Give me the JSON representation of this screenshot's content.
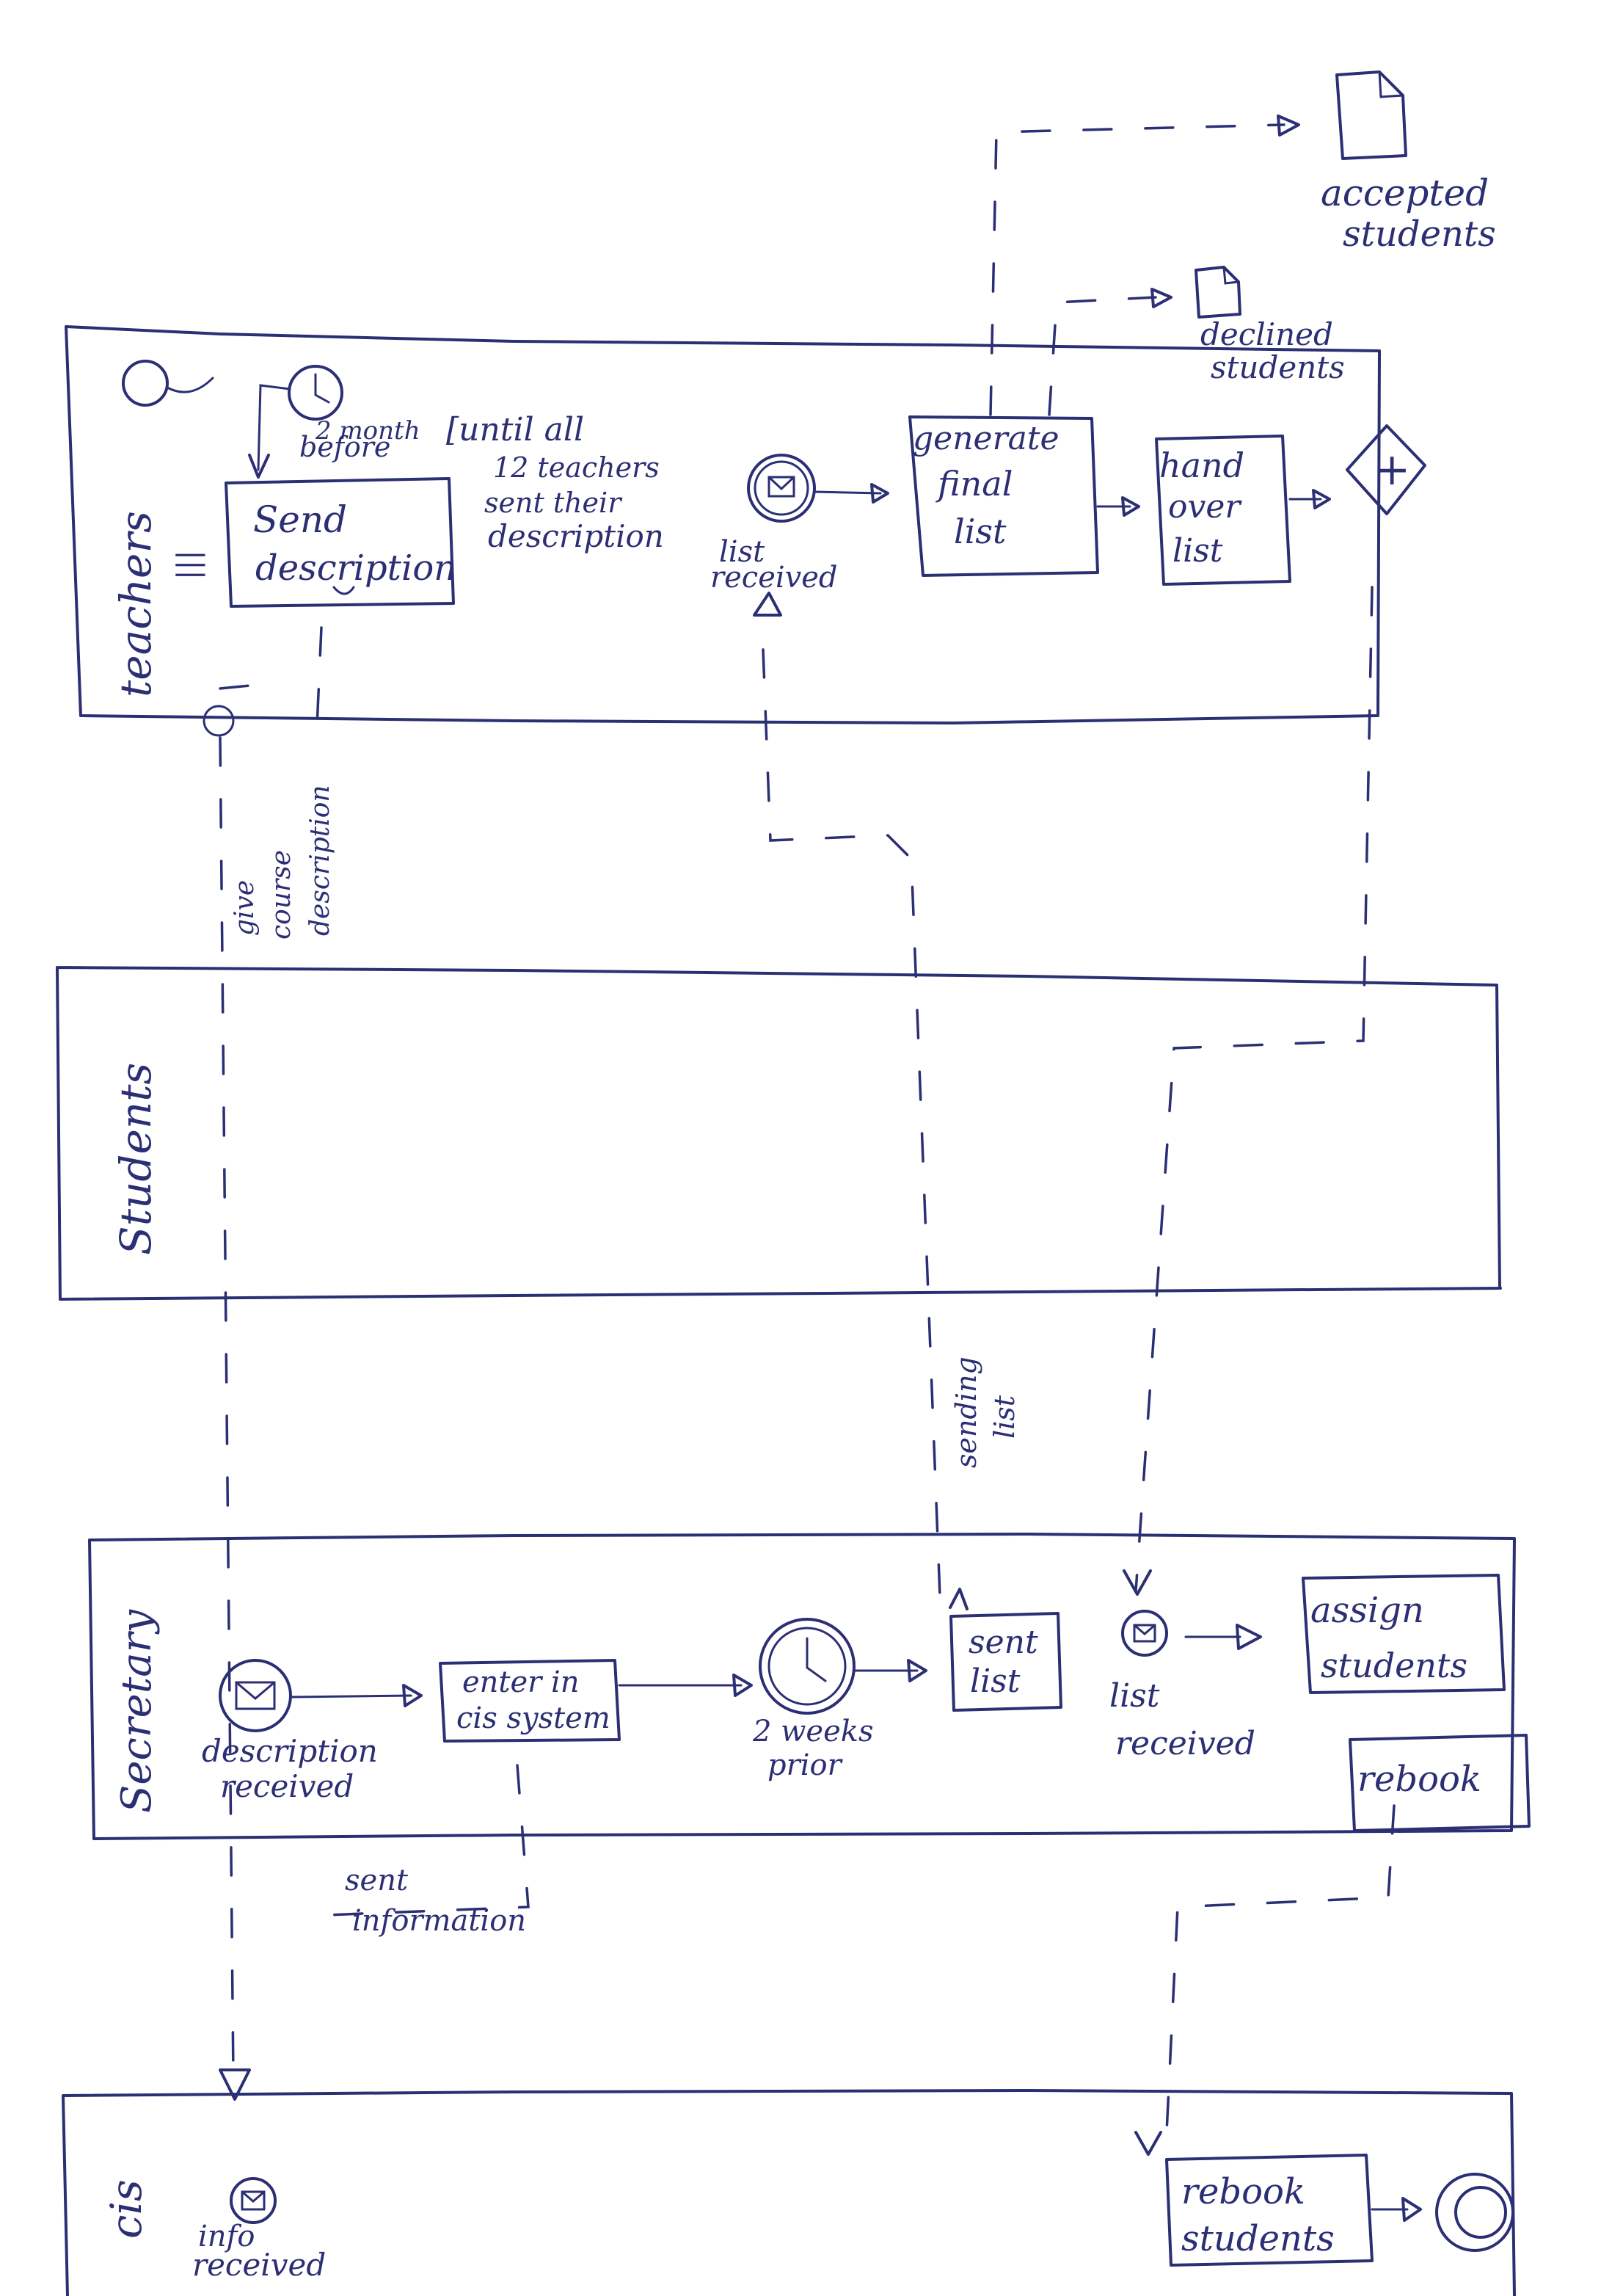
{
  "colors": {
    "ink": "#2b2f73",
    "paper": "#ffffff"
  },
  "lanes": {
    "teachers": "teachers",
    "teachers_mark": "|||",
    "students": "Students",
    "secretary": "Secretary",
    "cis": "cis"
  },
  "teachers": {
    "timer_label_1": "2 month",
    "timer_label_2": "before",
    "send_task": [
      "Send",
      "description"
    ],
    "loop_note": [
      "[until all",
      "12 teachers",
      "sent their",
      "description"
    ],
    "list_event": [
      "list",
      "received"
    ],
    "final_list_task": [
      "generate",
      "final",
      "list"
    ],
    "hand_over_task": [
      "hand",
      "over",
      "list"
    ],
    "gateway_symbol": "+"
  },
  "data_objects": {
    "accepted": [
      "accepted",
      "students"
    ],
    "declined": [
      "declined",
      "students"
    ]
  },
  "flows": {
    "give_course_description": [
      "give",
      "course",
      "description"
    ],
    "sending_list": [
      "sending",
      "list"
    ],
    "sent_information": [
      "sent",
      "information"
    ]
  },
  "secretary": {
    "description_event": [
      "description",
      "received"
    ],
    "enter_task": [
      "enter in",
      "cis system"
    ],
    "timer_event": [
      "2 weeks",
      "prior"
    ],
    "sent_list_task": [
      "sent",
      "list"
    ],
    "list_event": [
      "list",
      "received"
    ],
    "assign_task": [
      "assign",
      "students"
    ],
    "rebook_task": "rebook"
  },
  "cis": {
    "info_event": [
      "info",
      "received"
    ],
    "rebook_task": [
      "rebook",
      "students"
    ]
  }
}
